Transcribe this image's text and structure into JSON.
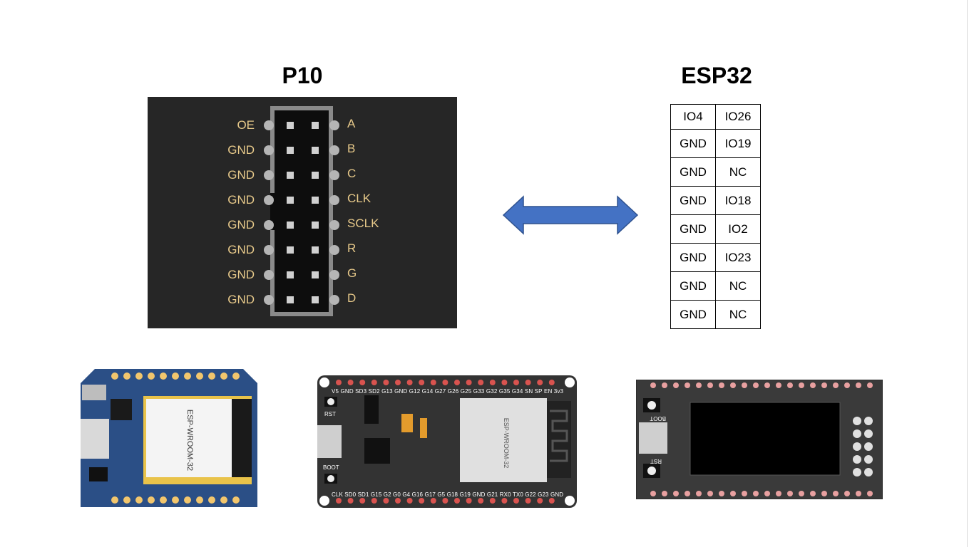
{
  "titles": {
    "p10": "P10",
    "esp32": "ESP32"
  },
  "p10_connector": {
    "left_pins": [
      "OE",
      "GND",
      "GND",
      "GND",
      "GND",
      "GND",
      "GND",
      "GND"
    ],
    "right_pins": [
      "A",
      "B",
      "C",
      "CLK",
      "SCLK",
      "R",
      "G",
      "D"
    ]
  },
  "esp32_table": {
    "rows": [
      [
        "IO4",
        "IO26"
      ],
      [
        "GND",
        "IO19"
      ],
      [
        "GND",
        "NC"
      ],
      [
        "GND",
        "IO18"
      ],
      [
        "GND",
        "IO2"
      ],
      [
        "GND",
        "IO23"
      ],
      [
        "GND",
        "NC"
      ],
      [
        "GND",
        "NC"
      ]
    ]
  },
  "boards": {
    "mini": {
      "module_label": "ESP-WROOM-32"
    },
    "devkit": {
      "top_pins": "V5 GND SD3 SD2 G13 GND G12 G14 G27 G26 G25 G33 G32 G35 G34 SN SP EN 3v3",
      "bottom_pins": "CLK SD0 SD1 G15 G2 G0 G4 G16 G17 G5 G18 G19 GND G21 RX0 TX0 G22 G23 GND",
      "rst_label": "RST",
      "boot_label": "BOOT",
      "module_label": "ESP-WROOM-32"
    },
    "display": {
      "boot_label": "BOOT",
      "rst_label": "RST"
    }
  },
  "colors": {
    "arrow": "#4472c4",
    "panel": "#262626",
    "pin_label": "#e7c98a",
    "mini_board": "#2b4f86",
    "devkit_board": "#333333",
    "display_board": "#3a3a3a"
  }
}
